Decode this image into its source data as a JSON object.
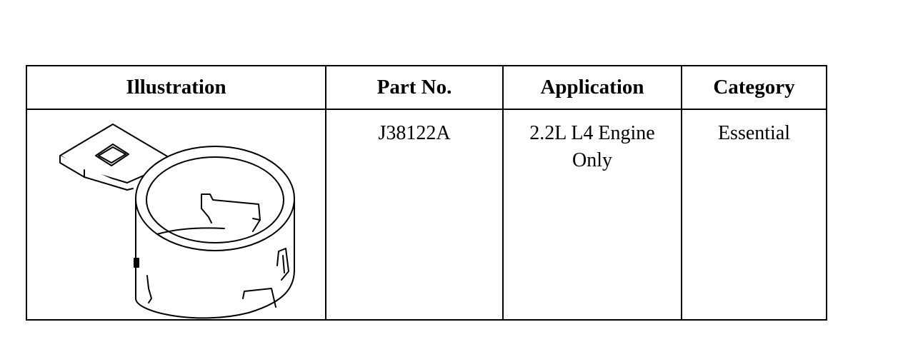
{
  "table": {
    "headers": {
      "illustration": "Illustration",
      "part_no": "Part No.",
      "application": "Application",
      "category": "Category"
    },
    "rows": [
      {
        "illustration_icon": "flywheel-holder-tool-icon",
        "part_no": "J38122A",
        "application_line1": "2.2L L4 Engine",
        "application_line2": "Only",
        "category": "Essential"
      }
    ]
  }
}
